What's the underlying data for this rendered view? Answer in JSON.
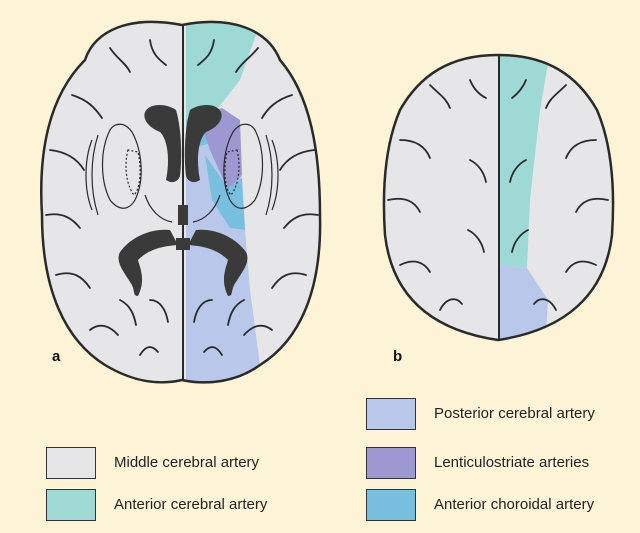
{
  "panels": {
    "a": "a",
    "b": "b"
  },
  "legend": [
    {
      "id": "mca",
      "label": "Middle cerebral artery",
      "color": "#e6e6e8"
    },
    {
      "id": "aca",
      "label": "Anterior cerebral artery",
      "color": "#9fd9d6"
    },
    {
      "id": "pca",
      "label": "Posterior cerebral artery",
      "color": "#b9c8ea"
    },
    {
      "id": "lsa",
      "label": "Lenticulostriate arteries",
      "color": "#9b98d2"
    },
    {
      "id": "acha",
      "label": "Anterior choroidal artery",
      "color": "#79bfdf"
    }
  ],
  "colors": {
    "background": "#fdf3d6",
    "outline": "#2a2a2a",
    "ventricle": "#3a3a3a"
  }
}
